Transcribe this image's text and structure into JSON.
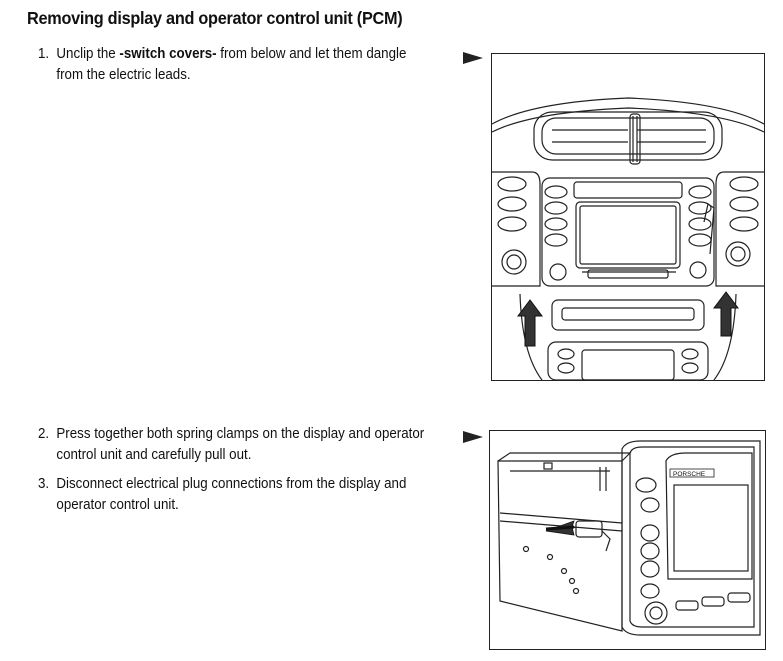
{
  "title": "Removing display and operator control unit (PCM)",
  "steps": [
    {
      "number": "1.",
      "before": "Unclip the ",
      "emphasis": "-switch covers-",
      "after": " from below and let them dangle from the electric leads."
    },
    {
      "number": "2.",
      "text": "Press together both spring clamps on the display and operator control unit and carefully pull out."
    },
    {
      "number": "3.",
      "text": "Disconnect electrical plug connections from the display and operator control unit."
    }
  ],
  "figure2": {
    "unit_brand_text": "PORSCHE"
  },
  "colors": {
    "ink": "#111111",
    "line": "#222222",
    "arrow": "#333333"
  }
}
